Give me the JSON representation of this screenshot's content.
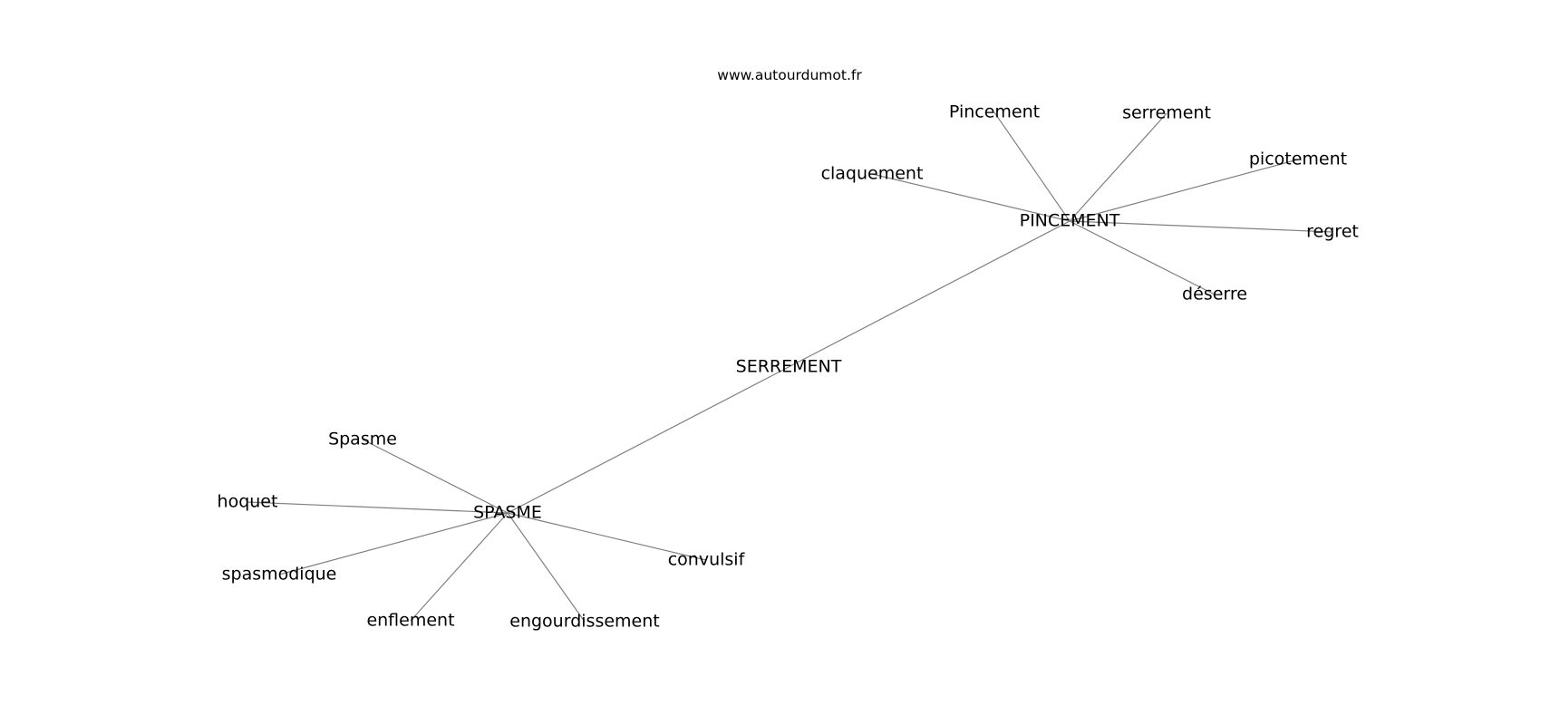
{
  "watermark": "www.autourdumot.fr",
  "edge_color": "#808080",
  "text_color": "#000000",
  "nodes": [
    {
      "id": "serrement-hub",
      "label": "SERREMENT"
    },
    {
      "id": "pincement-hub",
      "label": "PINCEMENT"
    },
    {
      "id": "spasme-hub",
      "label": "SPASME"
    },
    {
      "id": "pincement",
      "label": "Pincement"
    },
    {
      "id": "serrement",
      "label": "serrement"
    },
    {
      "id": "picotement",
      "label": "picotement"
    },
    {
      "id": "claquement",
      "label": "claquement"
    },
    {
      "id": "regret",
      "label": "regret"
    },
    {
      "id": "deserre",
      "label": "déserre"
    },
    {
      "id": "spasme",
      "label": "Spasme"
    },
    {
      "id": "hoquet",
      "label": "hoquet"
    },
    {
      "id": "spasmodique",
      "label": "spasmodique"
    },
    {
      "id": "enflement",
      "label": "enflement"
    },
    {
      "id": "engourdissement",
      "label": "engourdissement"
    },
    {
      "id": "convulsif",
      "label": "convulsif"
    }
  ],
  "edges": [
    [
      "serrement-hub",
      "pincement-hub"
    ],
    [
      "serrement-hub",
      "spasme-hub"
    ],
    [
      "pincement-hub",
      "pincement"
    ],
    [
      "pincement-hub",
      "serrement"
    ],
    [
      "pincement-hub",
      "picotement"
    ],
    [
      "pincement-hub",
      "claquement"
    ],
    [
      "pincement-hub",
      "regret"
    ],
    [
      "pincement-hub",
      "deserre"
    ],
    [
      "spasme-hub",
      "spasme"
    ],
    [
      "spasme-hub",
      "hoquet"
    ],
    [
      "spasme-hub",
      "spasmodique"
    ],
    [
      "spasme-hub",
      "enflement"
    ],
    [
      "spasme-hub",
      "engourdissement"
    ],
    [
      "spasme-hub",
      "convulsif"
    ]
  ]
}
